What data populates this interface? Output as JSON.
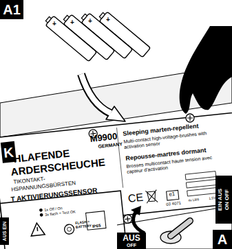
{
  "diagram": {
    "nodes": [
      {
        "text": [
          "A1"
        ]
      },
      {
        "text": [
          "IP65"
        ]
      },
      {
        "text": [
          "AUS EIN"
        ]
      },
      {
        "text": [
          "EIN AUS",
          "ON OFF"
        ]
      },
      {
        "text": [
          "AUS",
          "OFF"
        ]
      },
      {
        "text": [
          "A"
        ]
      }
    ],
    "labels": [
      "K",
      "M9900",
      "GERMANY",
      "HLAFENDE",
      "ARDERSCHEUCHE",
      "TIKONTAKT-",
      "HSPANNUNGSBÜRSTEN",
      "T AKTIVIERUNGSSENSOR",
      "1x Off / On",
      "3x flash = Test OK",
      "FLASH = BATTERY",
      "Sleeping marten-repellent",
      "Multi-contact high-voltage-brushes with activation sensor",
      "Repousse-martres dormant",
      "Brosses multicontact haute tension avec capteur d'activation",
      "CE",
      "e1",
      "03 4071",
      "4x LR6",
      "1,5V",
      "+",
      "+",
      "+",
      "+"
    ]
  }
}
